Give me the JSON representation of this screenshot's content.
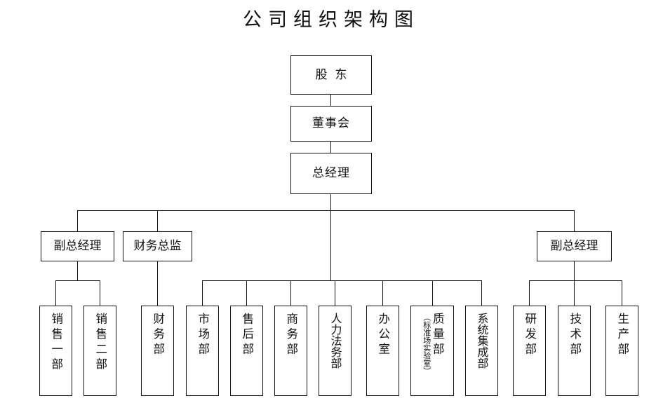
{
  "title": "公司组织架构图",
  "chart_data": {
    "type": "diagram",
    "diagram_type": "organization-chart",
    "title": "公司组织架构图",
    "orientation": "top-down",
    "nodes": [
      {
        "id": "shareholders",
        "label": "股东",
        "level": 0
      },
      {
        "id": "board",
        "label": "董事会",
        "level": 1
      },
      {
        "id": "gm",
        "label": "总经理",
        "level": 2
      },
      {
        "id": "vgm-left",
        "label": "副总经理",
        "level": 3
      },
      {
        "id": "cfo",
        "label": "财务总监",
        "level": 3
      },
      {
        "id": "vgm-right",
        "label": "副总经理",
        "level": 3
      },
      {
        "id": "sales1",
        "label": "销售一部",
        "level": 4
      },
      {
        "id": "sales2",
        "label": "销售二部",
        "level": 4
      },
      {
        "id": "finance",
        "label": "财务部",
        "level": 4
      },
      {
        "id": "marketing",
        "label": "市场部",
        "level": 4
      },
      {
        "id": "aftersales",
        "label": "售后部",
        "level": 4
      },
      {
        "id": "business",
        "label": "商务部",
        "level": 4
      },
      {
        "id": "hr-legal",
        "label": "人力法务部",
        "level": 4
      },
      {
        "id": "office",
        "label": "办公室",
        "level": 4
      },
      {
        "id": "quality",
        "label": "质量部",
        "sublabel": "（标准场实验室）",
        "level": 4
      },
      {
        "id": "sysint",
        "label": "系统集成部",
        "level": 4
      },
      {
        "id": "rnd",
        "label": "研发部",
        "level": 4
      },
      {
        "id": "tech",
        "label": "技术部",
        "level": 4
      },
      {
        "id": "production",
        "label": "生产部",
        "level": 4
      }
    ],
    "edges": [
      {
        "from": "shareholders",
        "to": "board"
      },
      {
        "from": "board",
        "to": "gm"
      },
      {
        "from": "gm",
        "to": "vgm-left"
      },
      {
        "from": "gm",
        "to": "cfo"
      },
      {
        "from": "gm",
        "to": "vgm-right"
      },
      {
        "from": "vgm-left",
        "to": "sales1"
      },
      {
        "from": "vgm-left",
        "to": "sales2"
      },
      {
        "from": "cfo",
        "to": "finance"
      },
      {
        "from": "gm",
        "to": "marketing"
      },
      {
        "from": "gm",
        "to": "aftersales"
      },
      {
        "from": "gm",
        "to": "business"
      },
      {
        "from": "gm",
        "to": "hr-legal"
      },
      {
        "from": "gm",
        "to": "office"
      },
      {
        "from": "gm",
        "to": "quality"
      },
      {
        "from": "gm",
        "to": "sysint"
      },
      {
        "from": "vgm-right",
        "to": "rnd"
      },
      {
        "from": "vgm-right",
        "to": "tech"
      },
      {
        "from": "vgm-right",
        "to": "production"
      }
    ],
    "colors": {
      "line": "#111111",
      "box_fill": "#ffffff",
      "text": "#111111"
    }
  }
}
